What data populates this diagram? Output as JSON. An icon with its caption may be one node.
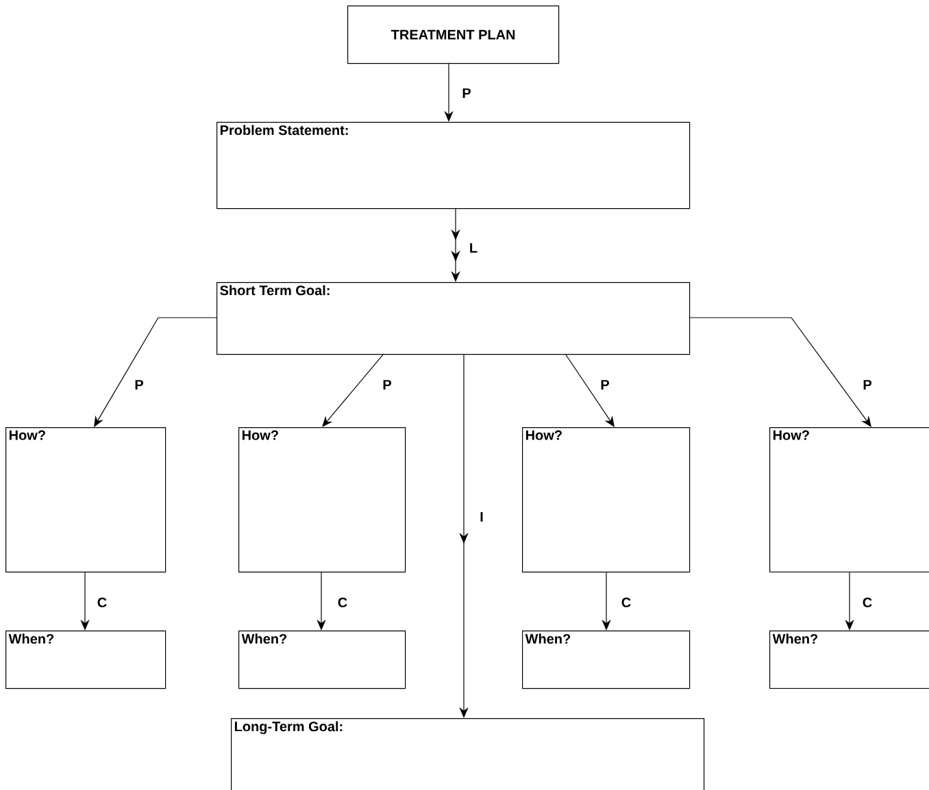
{
  "diagram": {
    "nodes": [
      {
        "text": [
          "TREATMENT PLAN"
        ]
      },
      {
        "text": [
          "Problem Statement:"
        ]
      },
      {
        "text": [
          "Short Term Goal:"
        ]
      },
      {
        "text": [
          "How?"
        ]
      },
      {
        "text": [
          "When?"
        ]
      },
      {
        "text": [
          "How?"
        ]
      },
      {
        "text": [
          "When?"
        ]
      },
      {
        "text": [
          "How?"
        ]
      },
      {
        "text": [
          "When?"
        ]
      },
      {
        "text": [
          "How?"
        ]
      },
      {
        "text": [
          "When?"
        ]
      },
      {
        "text": [
          "Long-Term Goal:"
        ]
      }
    ],
    "edges": [
      {
        "from": 0,
        "to": 1,
        "arrow": "to",
        "label": "P"
      },
      {
        "from": 1,
        "to": 2,
        "arrow": "to",
        "label": "L"
      },
      {
        "from": 2,
        "to": 3,
        "arrow": "to",
        "label": "P"
      },
      {
        "from": 2,
        "to": 5,
        "arrow": "to",
        "label": "P"
      },
      {
        "from": 2,
        "to": 7,
        "arrow": "to",
        "label": "P"
      },
      {
        "from": 2,
        "to": 9,
        "arrow": "to",
        "label": "P"
      },
      {
        "from": 2,
        "to": 11,
        "arrow": "to",
        "label": "I"
      },
      {
        "from": 3,
        "to": 4,
        "arrow": "to",
        "label": "C"
      },
      {
        "from": 5,
        "to": 6,
        "arrow": "to",
        "label": "C"
      },
      {
        "from": 7,
        "to": 8,
        "arrow": "to",
        "label": "C"
      },
      {
        "from": 9,
        "to": 10,
        "arrow": "to",
        "label": "C"
      }
    ]
  }
}
